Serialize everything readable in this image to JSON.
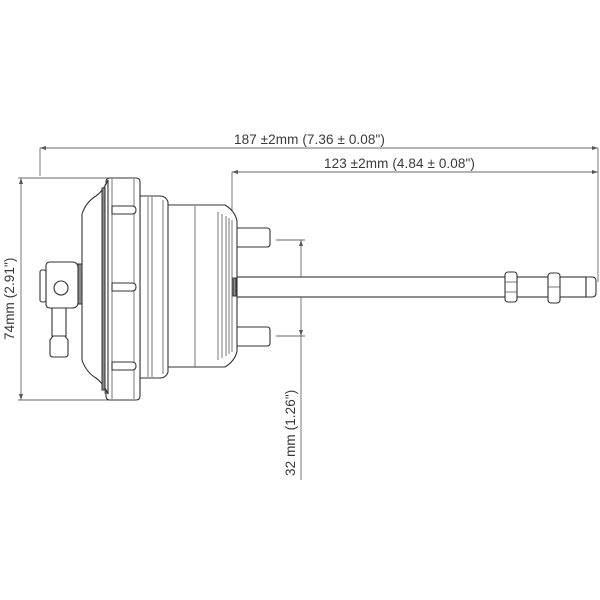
{
  "diagram": {
    "type": "technical-drawing",
    "subject": "turbo wastegate actuator",
    "line_color": "#3a3a3a",
    "background": "#ffffff"
  },
  "dimensions": {
    "overall_length": {
      "label": "187 ±2mm (7.36 ± 0.08\")",
      "value_mm": 187,
      "tol_mm": 2,
      "value_in": 7.36,
      "tol_in": 0.08
    },
    "rod_length": {
      "label": "123 ±2mm (4.84 ± 0.08\")",
      "value_mm": 123,
      "tol_mm": 2,
      "value_in": 4.84,
      "tol_in": 0.08
    },
    "can_diameter": {
      "label": "74mm (2.91\")",
      "value_mm": 74,
      "value_in": 2.91
    },
    "stud_spacing": {
      "label": "32 mm (1.26\")",
      "value_mm": 32,
      "value_in": 1.26
    }
  },
  "parts": [
    {
      "name": "actuator-canister"
    },
    {
      "name": "vacuum-port-fitting"
    },
    {
      "name": "mounting-stud-upper"
    },
    {
      "name": "mounting-stud-lower"
    },
    {
      "name": "actuator-rod"
    },
    {
      "name": "hex-nut-1"
    },
    {
      "name": "hex-nut-2"
    }
  ]
}
